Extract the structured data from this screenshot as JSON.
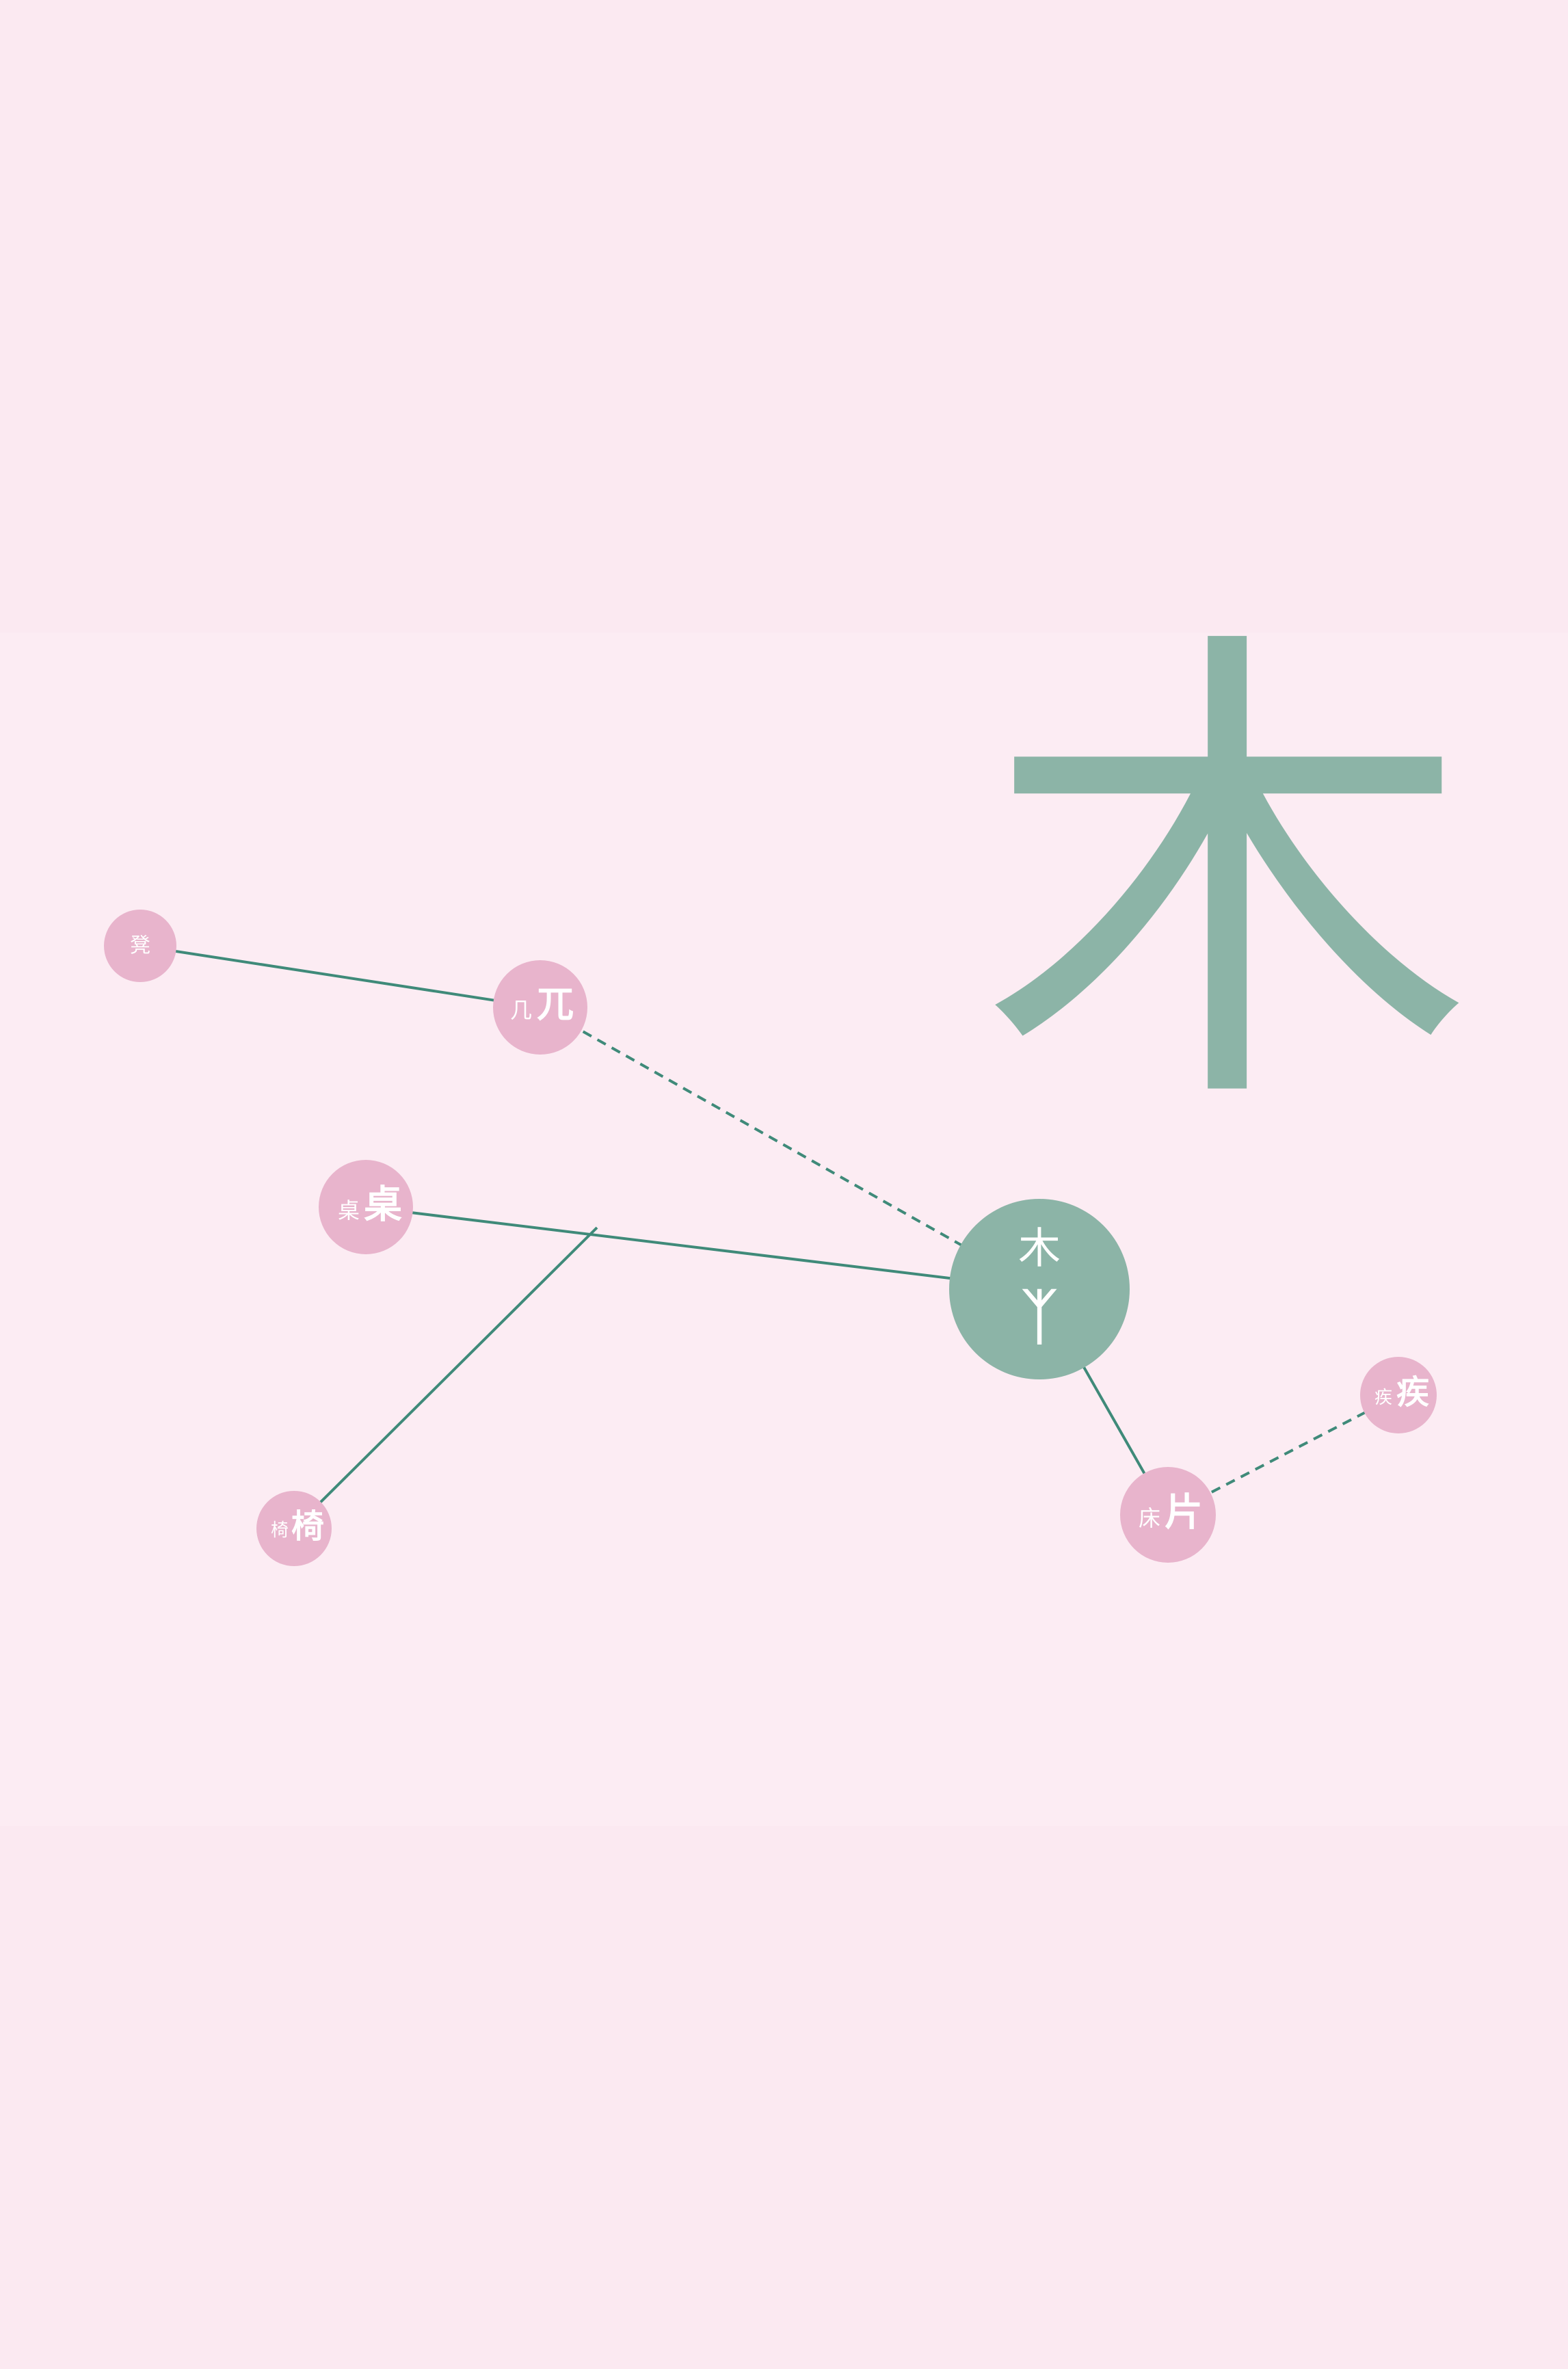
{
  "colors": {
    "background": "#fbe9f1",
    "panel": "#fcecf3",
    "center_node": "#8cb4a7",
    "leaf_node": "#e8b4cc",
    "line": "#3f8a79",
    "glyph": "#ffffff"
  },
  "title_char": "木",
  "center": {
    "char": "木",
    "ancient": "ᛉ"
  },
  "nodes": [
    {
      "id": "deng",
      "char": "凳",
      "ancient": ""
    },
    {
      "id": "ji",
      "char": "几",
      "ancient": "兀"
    },
    {
      "id": "zhuo",
      "char": "桌",
      "ancient": "桌"
    },
    {
      "id": "yi",
      "char": "椅",
      "ancient": "椅"
    },
    {
      "id": "chuang",
      "char": "床",
      "ancient": "片"
    },
    {
      "id": "ji2",
      "char": "疾",
      "ancient": "疾"
    }
  ],
  "edges": [
    {
      "from": "deng",
      "to": "ji",
      "style": "solid"
    },
    {
      "from": "ji",
      "to": "center",
      "style": "dashed"
    },
    {
      "from": "zhuo",
      "to": "center",
      "style": "solid"
    },
    {
      "from": "branch",
      "to": "yi",
      "style": "solid"
    },
    {
      "from": "center",
      "to": "chuang",
      "style": "solid"
    },
    {
      "from": "chuang",
      "to": "ji2",
      "style": "dashed"
    }
  ]
}
